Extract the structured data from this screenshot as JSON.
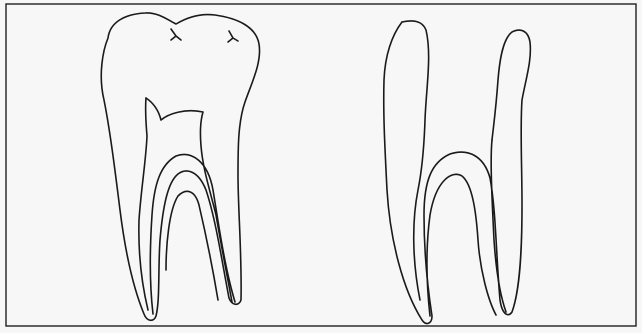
{
  "figure": {
    "panels": [
      {
        "name": "whole-molar",
        "contents": [
          "crown",
          "root",
          "pulp-chamber",
          "root-canals"
        ]
      },
      {
        "name": "molar-after-crown-removal",
        "contents": [
          "residual-crown-walls",
          "root-canals"
        ]
      }
    ],
    "colors": {
      "background": "#f7f7f7",
      "ink": "#1a1a1a",
      "frame": "#202020"
    }
  }
}
